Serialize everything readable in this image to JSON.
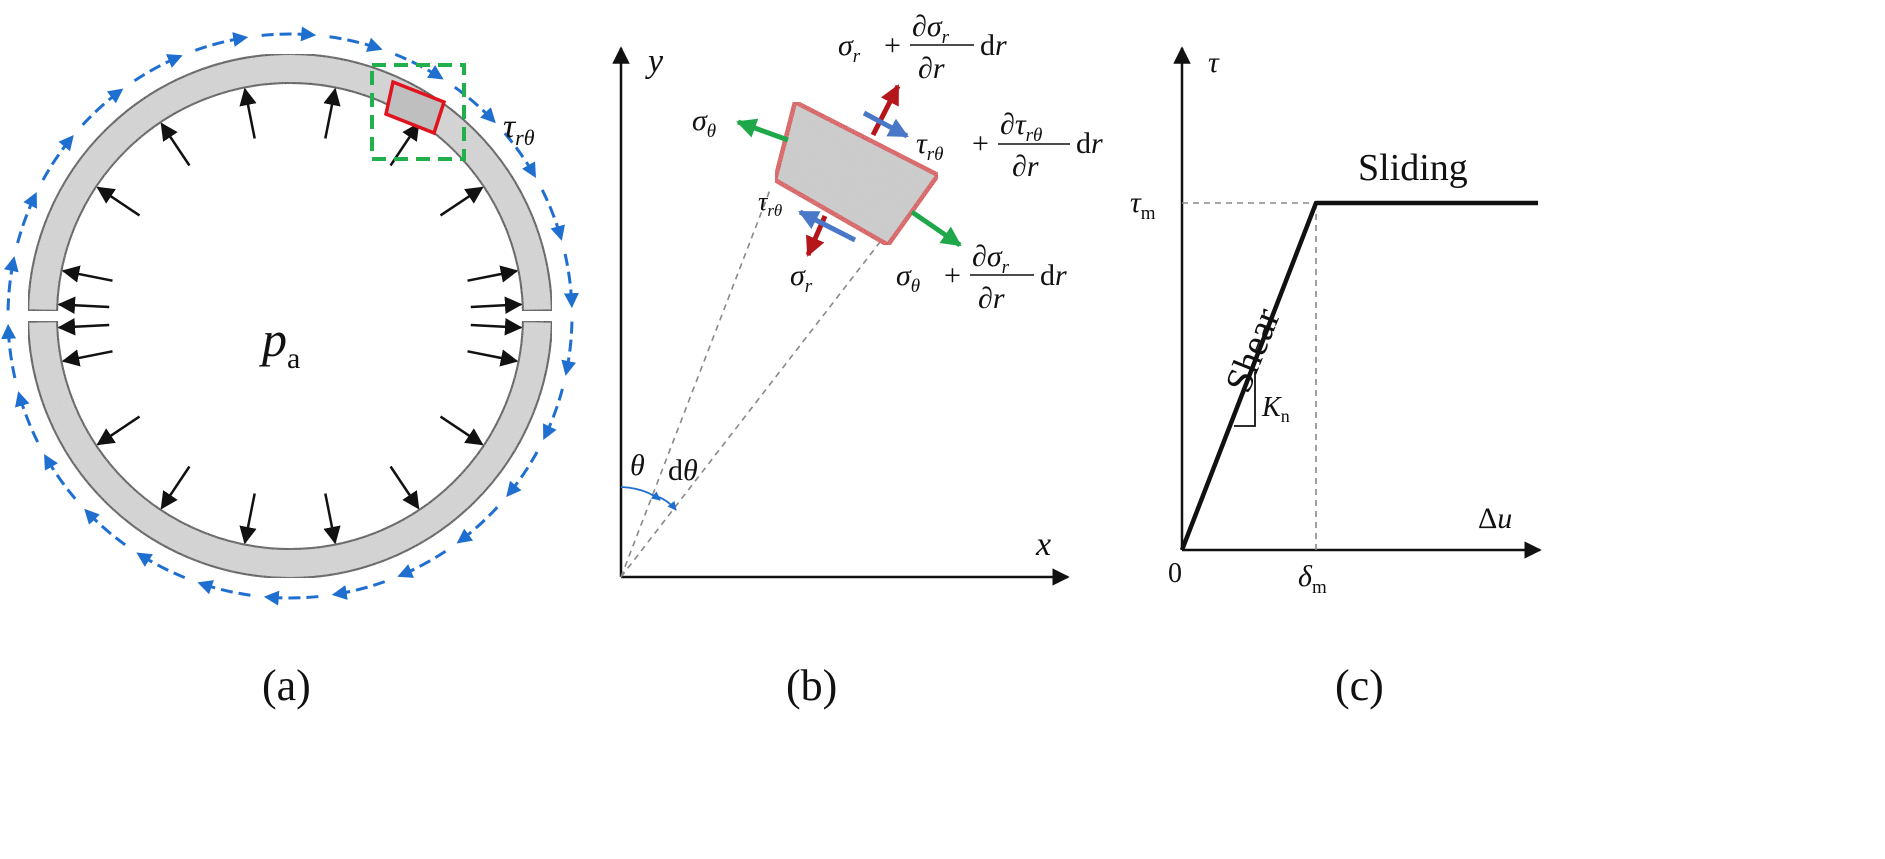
{
  "colors": {
    "ring_fill": "#d9d9d9",
    "ring_stroke": "#1a1a1a",
    "tangential_arrows": "#1f6fd0",
    "highlight_box": "#21b04b",
    "element_outline": "#e0141e",
    "radial_stress": "#b5161a",
    "hoop_stress": "#1fa84a",
    "shear_stress": "#4a78c8",
    "axes": "#111111",
    "guide_lines": "#888888"
  },
  "panel_a": {
    "caption": "(a)",
    "pressure_label": "p",
    "pressure_sub": "a",
    "shear_label": "τ",
    "shear_sub": "rθ",
    "arrow_icon": "pressure-arrow",
    "dashed_arrow_icon": "tangential-shear-arrow"
  },
  "panel_b": {
    "caption": "(b)",
    "x_label": "x",
    "y_label": "y",
    "theta_label": "θ",
    "dtheta_label": "dθ",
    "sigma_theta": "σ",
    "sigma_theta_sub": "θ",
    "sigma_r": "σ",
    "sigma_r_sub": "r",
    "tau": "τ",
    "tau_sub": "rθ",
    "plus": "+",
    "partial": "∂",
    "dr": "dr"
  },
  "panel_c": {
    "caption": "(c)",
    "y_label": "τ",
    "x_label": "Δu",
    "origin": "0",
    "tau_m": "τ",
    "tau_m_sub": "m",
    "delta_m": "δ",
    "delta_m_sub": "m",
    "shear_region": "Shear",
    "sliding_region": "Sliding",
    "slope": "K",
    "slope_sub": "n"
  }
}
